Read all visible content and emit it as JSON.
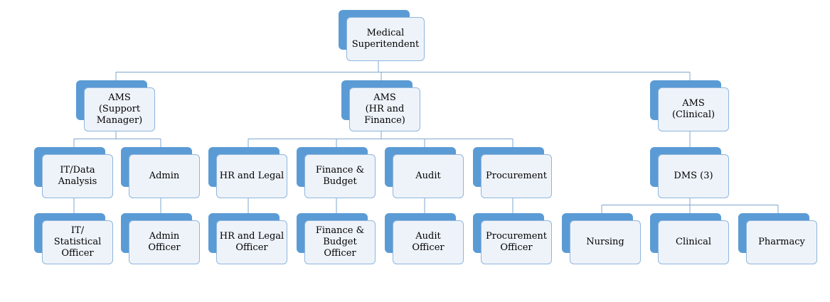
{
  "nodes": [
    {
      "id": "medsup",
      "label": "Medical\nSuperitendent"
    },
    {
      "id": "ams_support",
      "label": "AMS\n(Support\nManager)"
    },
    {
      "id": "ams_hr",
      "label": "AMS\n(HR and\nFinance)"
    },
    {
      "id": "ams_clinical",
      "label": "AMS\n(Clinical)"
    },
    {
      "id": "it_data",
      "label": "IT/Data\nAnalysis"
    },
    {
      "id": "admin",
      "label": "Admin"
    },
    {
      "id": "hr_legal",
      "label": "HR and Legal"
    },
    {
      "id": "finance",
      "label": "Finance &\nBudget"
    },
    {
      "id": "audit",
      "label": "Audit"
    },
    {
      "id": "procurement",
      "label": "Procurement"
    },
    {
      "id": "dms",
      "label": "DMS (3)"
    },
    {
      "id": "it_officer",
      "label": "IT/\nStatistical\nOfficer"
    },
    {
      "id": "admin_officer",
      "label": "Admin\nOfficer"
    },
    {
      "id": "hr_officer",
      "label": "HR and Legal\nOfficer"
    },
    {
      "id": "fin_officer",
      "label": "Finance &\nBudget\nOfficer"
    },
    {
      "id": "audit_officer",
      "label": "Audit\nOfficer"
    },
    {
      "id": "proc_officer",
      "label": "Procurement\nOfficer"
    },
    {
      "id": "nursing",
      "label": "Nursing"
    },
    {
      "id": "clinical",
      "label": "Clinical"
    },
    {
      "id": "pharmacy",
      "label": "Pharmacy"
    }
  ],
  "edges": [
    [
      "medsup",
      "ams_support"
    ],
    [
      "medsup",
      "ams_hr"
    ],
    [
      "medsup",
      "ams_clinical"
    ],
    [
      "ams_support",
      "it_data"
    ],
    [
      "ams_support",
      "admin"
    ],
    [
      "ams_hr",
      "hr_legal"
    ],
    [
      "ams_hr",
      "finance"
    ],
    [
      "ams_hr",
      "audit"
    ],
    [
      "ams_hr",
      "procurement"
    ],
    [
      "ams_clinical",
      "dms"
    ],
    [
      "it_data",
      "it_officer"
    ],
    [
      "admin",
      "admin_officer"
    ],
    [
      "hr_legal",
      "hr_officer"
    ],
    [
      "finance",
      "fin_officer"
    ],
    [
      "audit",
      "audit_officer"
    ],
    [
      "procurement",
      "proc_officer"
    ],
    [
      "dms",
      "nursing"
    ],
    [
      "dms",
      "clinical"
    ],
    [
      "dms",
      "pharmacy"
    ]
  ],
  "colors": {
    "accent": "#5b9bd5",
    "box_fill": "#eef3fa",
    "box_border": "#8fb6dd",
    "line": "#7fa7cf"
  }
}
